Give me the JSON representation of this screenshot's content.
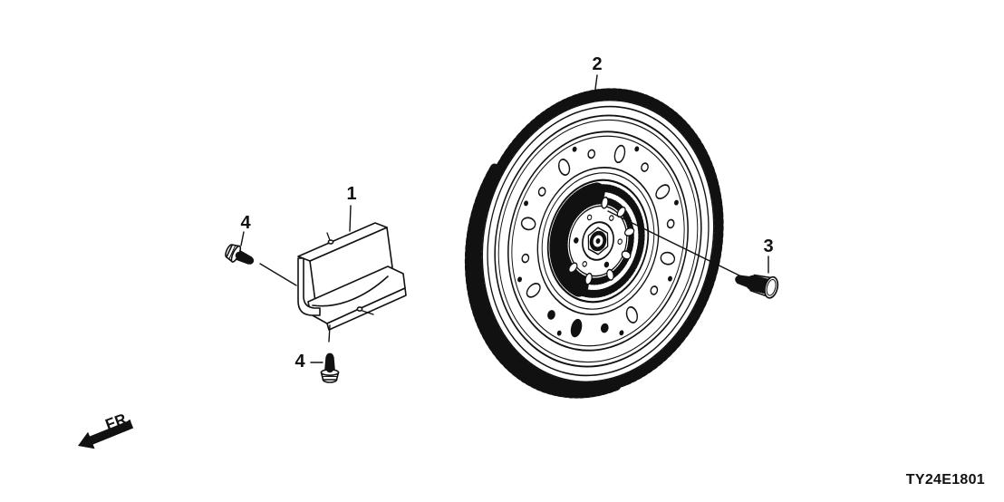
{
  "colors": {
    "background": "#ffffff",
    "line": "#111111"
  },
  "diagram": {
    "code": "TY24E1801",
    "direction_indicator": "FR.",
    "callouts": [
      {
        "text": "1"
      },
      {
        "text": "2"
      },
      {
        "text": "3"
      },
      {
        "text": "4"
      },
      {
        "text": "4"
      }
    ]
  }
}
